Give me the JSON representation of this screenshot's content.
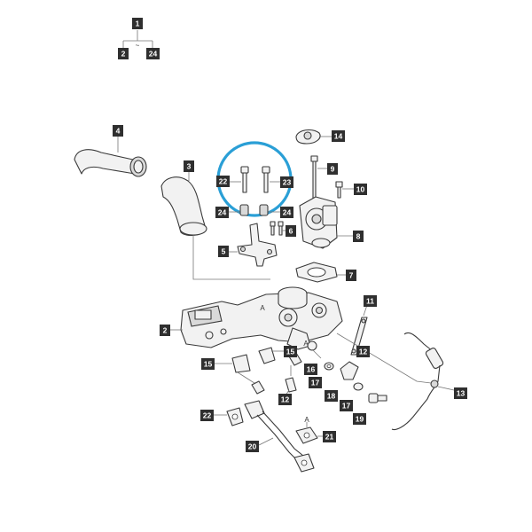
{
  "colors": {
    "highlight": "#2a9fd6",
    "callout_bg": "#2f2f2f",
    "callout_text": "#ffffff"
  },
  "legend_group": {
    "parent": "1",
    "children": [
      "2",
      "24"
    ],
    "separator": "~"
  },
  "callouts": {
    "c4": "4",
    "c3": "3",
    "c22": "22",
    "c23": "23",
    "c24a": "24",
    "c24b": "24",
    "c9": "9",
    "c10": "10",
    "c14": "14",
    "c8": "8",
    "c6": "6",
    "c5": "5",
    "c7": "7",
    "c11": "11",
    "c2": "2",
    "c15a": "15",
    "c15b": "15",
    "c16": "16",
    "c12a": "12",
    "c12b": "12",
    "c17a": "17",
    "c17b": "17",
    "c18": "18",
    "c19": "19",
    "c13": "13",
    "c22b": "22",
    "c20": "20",
    "c21": "21"
  },
  "letter_marks": {
    "a1": "A",
    "a2": "A",
    "a3": "A"
  }
}
